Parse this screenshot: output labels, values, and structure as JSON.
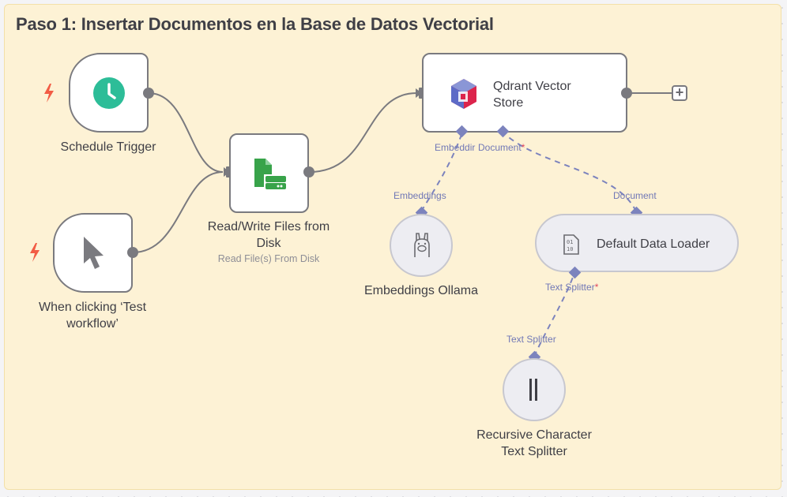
{
  "sticky": {
    "title": "Paso 1: Insertar Documentos en la Base de Datos Vectorial"
  },
  "nodes": {
    "schedule_trigger": {
      "label": "Schedule Trigger",
      "icon": "clock-icon",
      "color": "#2dbd98"
    },
    "manual_trigger": {
      "label_line1": "When clicking ‘Test",
      "label_line2": "workflow’",
      "icon": "cursor-icon"
    },
    "read_write_files": {
      "label_line1": "Read/Write Files from",
      "label_line2": "Disk",
      "subtitle": "Read File(s) From Disk",
      "icon": "file-disk-icon",
      "color": "#38a34a"
    },
    "qdrant": {
      "label_line1": "Qdrant Vector",
      "label_line2": "Store",
      "icon": "qdrant-icon"
    },
    "embeddings_ollama": {
      "label": "Embeddings Ollama",
      "icon": "llama-icon"
    },
    "default_data_loader": {
      "label": "Default Data Loader",
      "icon": "binary-file-icon"
    },
    "recursive_splitter": {
      "label_line1": "Recursive Character",
      "label_line2": "Text Splitter",
      "icon": "splitter-icon"
    }
  },
  "connections": {
    "qdrant_embedding": "Embeddir",
    "qdrant_document": "Document",
    "required_marker": "*",
    "embeddings_out": "Embeddings",
    "document_out": "Document",
    "loader_text_splitter": "Text Splitter",
    "splitter_out": "Text Splitter"
  },
  "colors": {
    "trigger_bolt": "#f25c45",
    "ai_connection": "#7c83bd",
    "edge": "#7a7a7f",
    "sticky_bg": "#fdf2d5"
  }
}
